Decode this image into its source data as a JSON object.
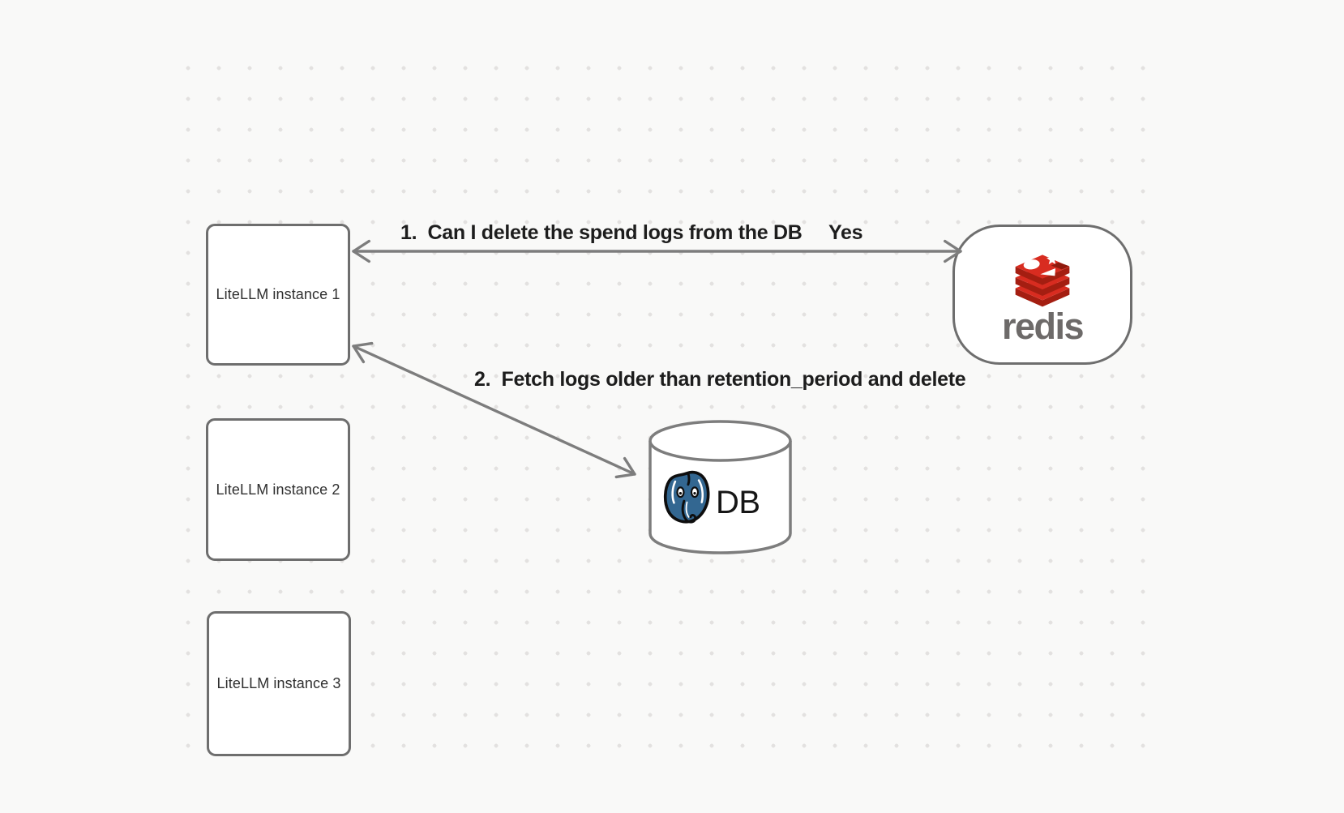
{
  "diagram": {
    "instances": [
      {
        "label": "LiteLLM instance 1"
      },
      {
        "label": "LiteLLM instance 2"
      },
      {
        "label": "LiteLLM instance 3"
      }
    ],
    "redis": {
      "wordmark": "redis"
    },
    "database": {
      "label": "DB"
    },
    "annotations": {
      "step1": "1.  Can I delete the spend logs from the DB",
      "step1_answer": "Yes",
      "step2": "2.  Fetch logs older than retention_period and delete"
    },
    "colors": {
      "background": "#f9f9f8",
      "grid_dot": "#e3e1e0",
      "shape_stroke": "#6e6e6e",
      "arrow": "#7d7d7d",
      "annotation_text": "#1d1d1d",
      "redis_red": "#d82c20",
      "redis_dark_red": "#a41e11",
      "redis_wordmark_gray": "#6d6a69",
      "postgres_blue": "#336791"
    }
  }
}
